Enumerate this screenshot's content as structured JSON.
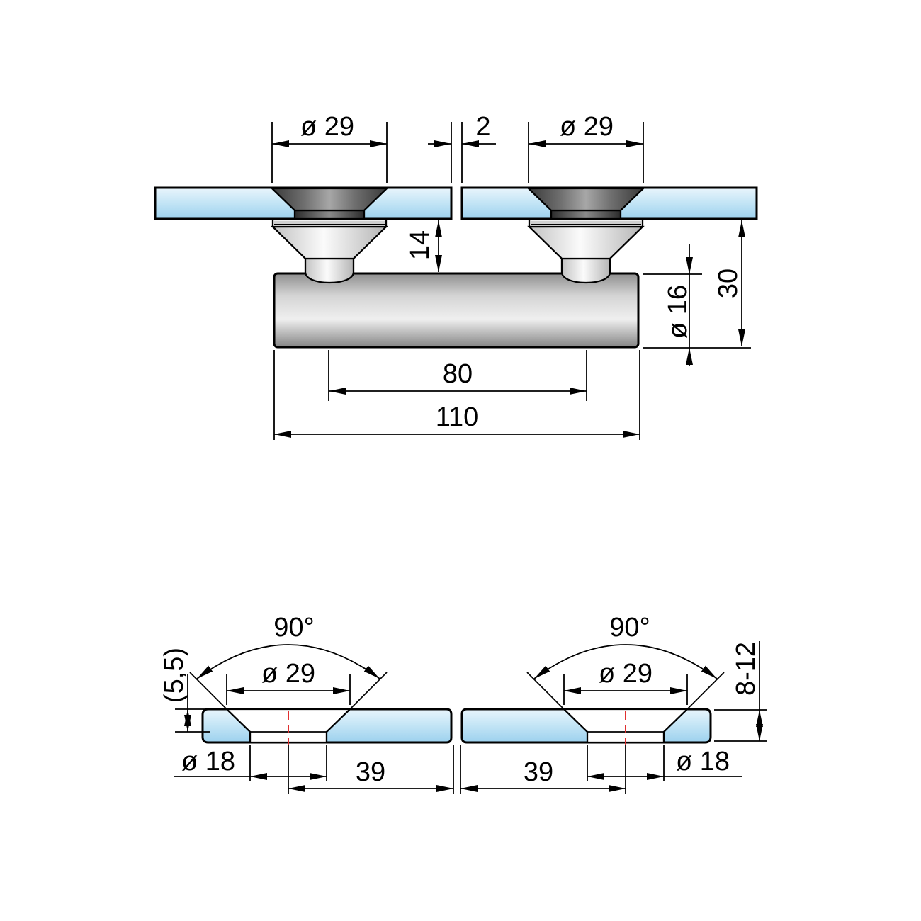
{
  "upper_view": {
    "dim_left_countersink_dia": "ø 29",
    "dim_panel_gap": "2",
    "dim_right_countersink_dia": "ø 29",
    "dim_glass_to_bar": "14",
    "dim_bar_dia": "ø 16",
    "dim_overall_height": "30",
    "dim_hole_spacing": "80",
    "dim_bar_length": "110"
  },
  "lower_view": {
    "left_panel": {
      "dim_angle": "90°",
      "dim_countersink_dia": "ø 29",
      "dim_countersink_depth": "(5,5)",
      "dim_hole_dia": "ø 18",
      "dim_center_to_edge": "39"
    },
    "right_panel": {
      "dim_angle": "90°",
      "dim_countersink_dia": "ø 29",
      "dim_glass_thickness": "8-12",
      "dim_hole_dia": "ø 18",
      "dim_center_to_edge": "39"
    }
  },
  "colors": {
    "background": "#ffffff",
    "outline": "#000000",
    "glass_top": "#e7f4fc",
    "glass_bottom": "#9cd1ee",
    "metal_light": "#efefef",
    "metal_dark": "#878787",
    "screw_head_dark": "#3a3a3a",
    "centerline_red": "#e03030"
  }
}
